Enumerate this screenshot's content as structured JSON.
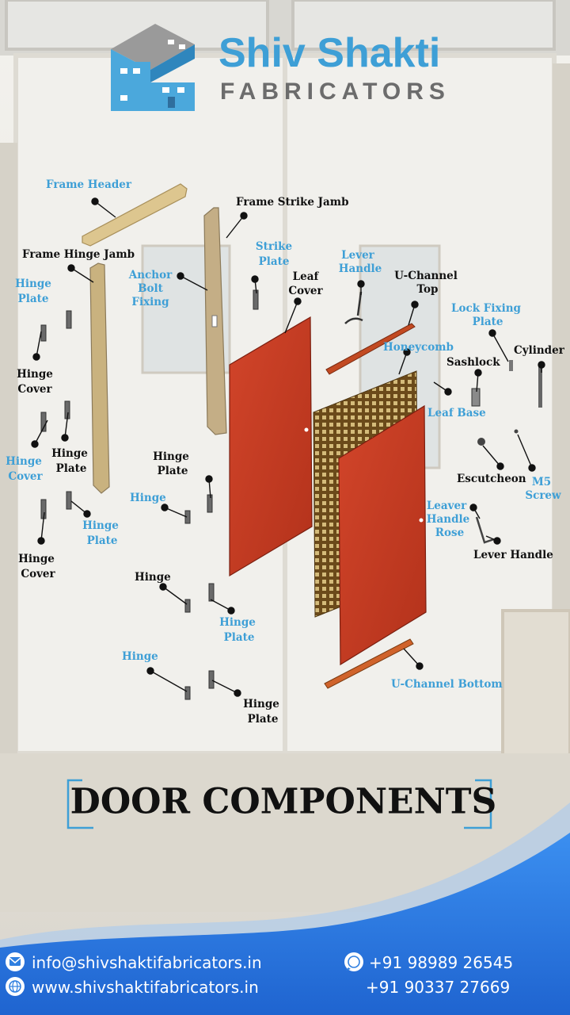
{
  "brand": {
    "name_line1": "Shiv Shakti",
    "name_line2": "FABRICATORS",
    "logo_icon": "building-s-logo-icon",
    "color_primary": "#3e9fd6",
    "color_secondary": "#6c6c6c"
  },
  "title": "DOOR COMPONENTS",
  "labels": {
    "frame_header": "Frame Header",
    "frame_strike_jamb": "Frame Strike Jamb",
    "frame_hinge_jamb": "Frame Hinge Jamb",
    "hinge_plate_1": [
      "Hinge",
      "Plate"
    ],
    "hinge_cover_1": [
      "Hinge",
      "Cover"
    ],
    "hinge_plate_2": [
      "Hinge",
      "Plate"
    ],
    "hinge_cover_2": [
      "Hinge",
      "Cover"
    ],
    "hinge_plate_3": [
      "Hinge",
      "Plate"
    ],
    "hinge_cover_3": [
      "Hinge",
      "Cover"
    ],
    "anchor_bolt_fixing": [
      "Anchor",
      "Bolt",
      "Fixing"
    ],
    "strike_plate": [
      "Strike",
      "Plate"
    ],
    "leaf_cover": [
      "Leaf",
      "Cover"
    ],
    "lever_handle_top": [
      "Lever",
      "Handle"
    ],
    "u_channel_top": [
      "U-Channel",
      "Top"
    ],
    "honeycomb": "Honeycomb",
    "lock_fixing_plate": [
      "Lock Fixing",
      "Plate"
    ],
    "cylinder": "Cylinder",
    "sashlock": "Sashlock",
    "leaf_base": "Leaf Base",
    "hinge_plate_4": [
      "Hinge",
      "Plate"
    ],
    "hinge_1": "Hinge",
    "escutcheon": "Escutcheon",
    "m5_screw": [
      "M5",
      "Screw"
    ],
    "leaver_handle_rose": [
      "Leaver",
      "Handle",
      "Rose"
    ],
    "lever_handle": "Lever Handle",
    "hinge_2": "Hinge",
    "hinge_plate_5": [
      "Hinge",
      "Plate"
    ],
    "hinge_3": "Hinge",
    "hinge_plate_6": [
      "Hinge",
      "Plate"
    ],
    "u_channel_bottom": "U-Channel Bottom"
  },
  "contact": {
    "email": "info@shivshaktifabricators.in",
    "website": "www.shivshaktifabricators.in",
    "phone_1": "+91 98989 26545",
    "phone_2": "+91 90337 27669",
    "email_icon": "email-icon",
    "globe_icon": "globe-icon",
    "whatsapp_icon": "whatsapp-icon"
  },
  "colors": {
    "label_blue": "#3e9fd6",
    "label_black": "#111111",
    "door_leaf": "#c8391f",
    "frame": "#c9b48e",
    "footer": "#2f7fe0"
  }
}
